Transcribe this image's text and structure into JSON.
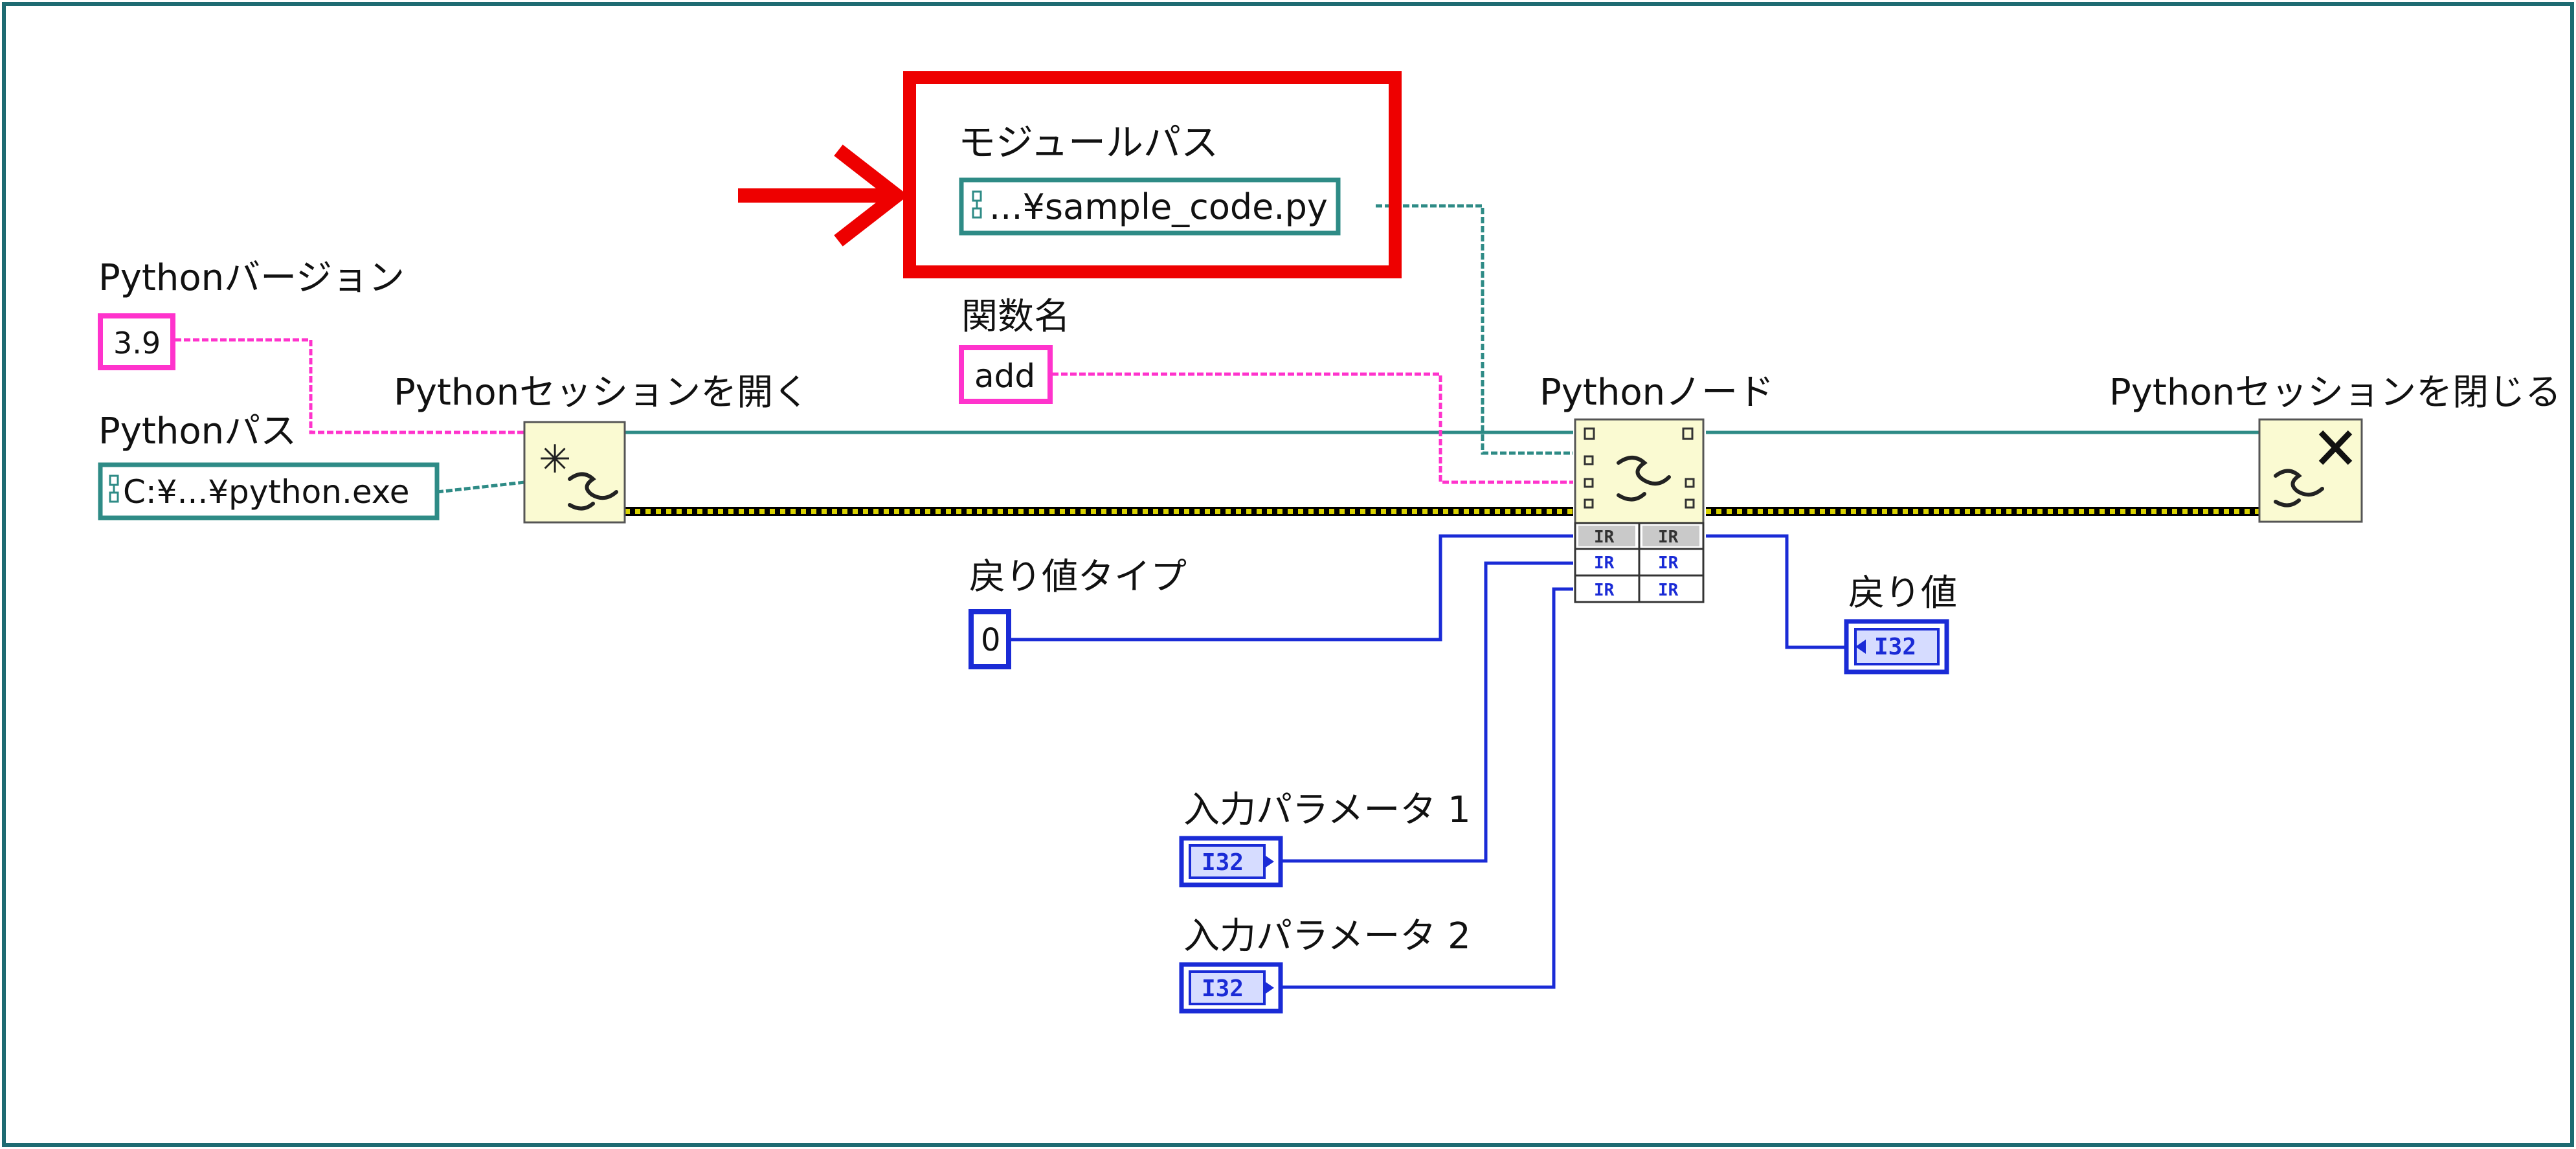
{
  "colors": {
    "frame": "#1e6b72",
    "path_wire": "#2e8b86",
    "string_wire": "#ff33cc",
    "int_wire": "#1a2bd6",
    "refnum_wire": "#7a7a00",
    "highlight": "#ee0000",
    "node_fill": "#fafad2"
  },
  "icons": {
    "open_session": "python-open-session-icon",
    "python_node": "python-node-icon",
    "close_session": "python-close-session-icon",
    "path_constant": "path-icon",
    "arrow": "red-arrow-icon"
  },
  "labels": {
    "module_path": "モジュールパス",
    "python_version": "Pythonバージョン",
    "function_name": "関数名",
    "python_path": "Pythonパス",
    "open_session": "Pythonセッションを開く",
    "python_node": "Pythonノード",
    "close_session": "Pythonセッションを閉じる",
    "return_type": "戻り値タイプ",
    "return_value": "戻り値",
    "input_param_1": "入力パラメータ 1",
    "input_param_2": "入力パラメータ 2"
  },
  "constants": {
    "module_path_value": "...¥sample_code.py",
    "python_version_value": "3.9",
    "function_name_value": "add",
    "python_path_value": "C:¥...¥python.exe",
    "return_type_value": "0",
    "int_type": "I32",
    "terminal_tag": "IR"
  }
}
